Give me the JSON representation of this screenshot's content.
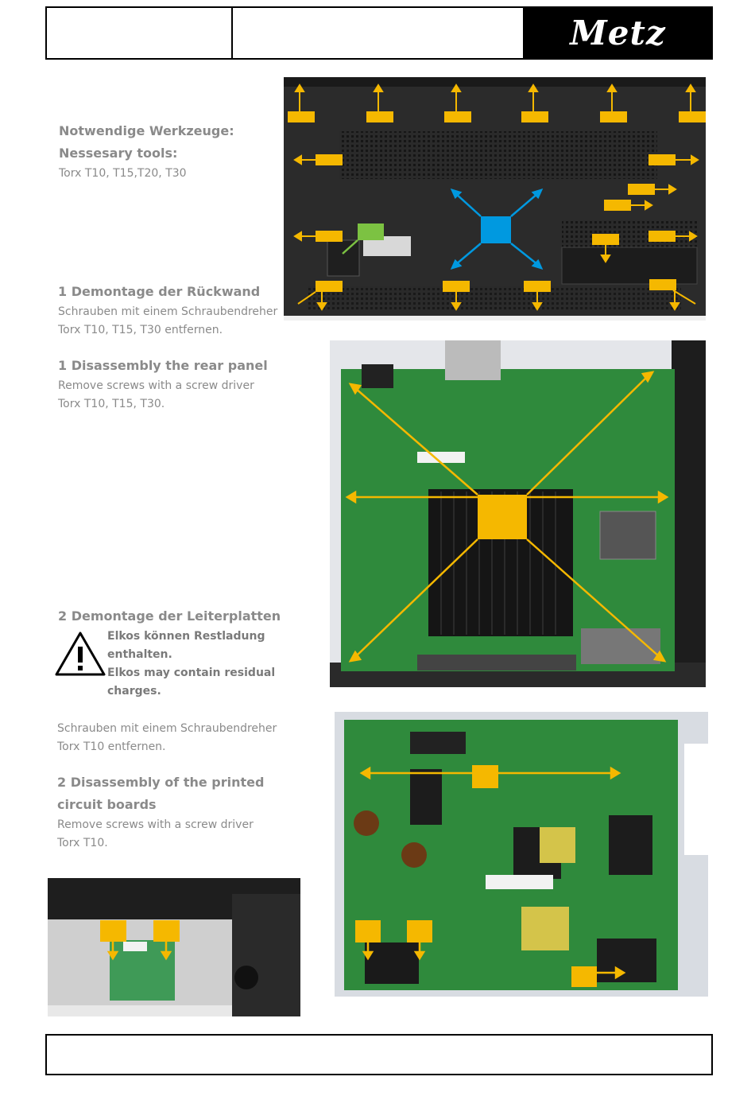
{
  "header": {
    "logo_text": "Metz"
  },
  "tools": {
    "heading_de": "Notwendige Werkzeuge:",
    "heading_en": "Nessesary tools:",
    "list": "Torx T10, T15,T20,  T30"
  },
  "step1": {
    "heading_de": "1 Demontage der Rückwand",
    "text_de_1": "Schrauben mit einem Schraubendreher",
    "text_de_2": "Torx T10, T15, T30 entfernen.",
    "heading_en": "1 Disassembly the rear panel",
    "text_en_1": "Remove screws with a screw driver",
    "text_en_2": "Torx T10, T15, T30."
  },
  "step2": {
    "heading_de": "2 Demontage der Leiterplatten",
    "warn_de_1": "Elkos können Restladung",
    "warn_de_2": "enthalten.",
    "warn_en_1": "Elkos may contain residual",
    "warn_en_2": "charges.",
    "text_de_1": "Schrauben mit einem Schraubendreher",
    "text_de_2": "Torx T10 entfernen.",
    "heading_en_1": "2 Disassembly of the printed",
    "heading_en_2": "circuit boards",
    "text_en_1": "Remove screws with a screw driver",
    "text_en_2": "Torx T10."
  },
  "colors": {
    "marker": "#f5b800",
    "vesa": "#0099e0",
    "power_tag": "#7cc242",
    "pcb": "#2f8a3c"
  }
}
